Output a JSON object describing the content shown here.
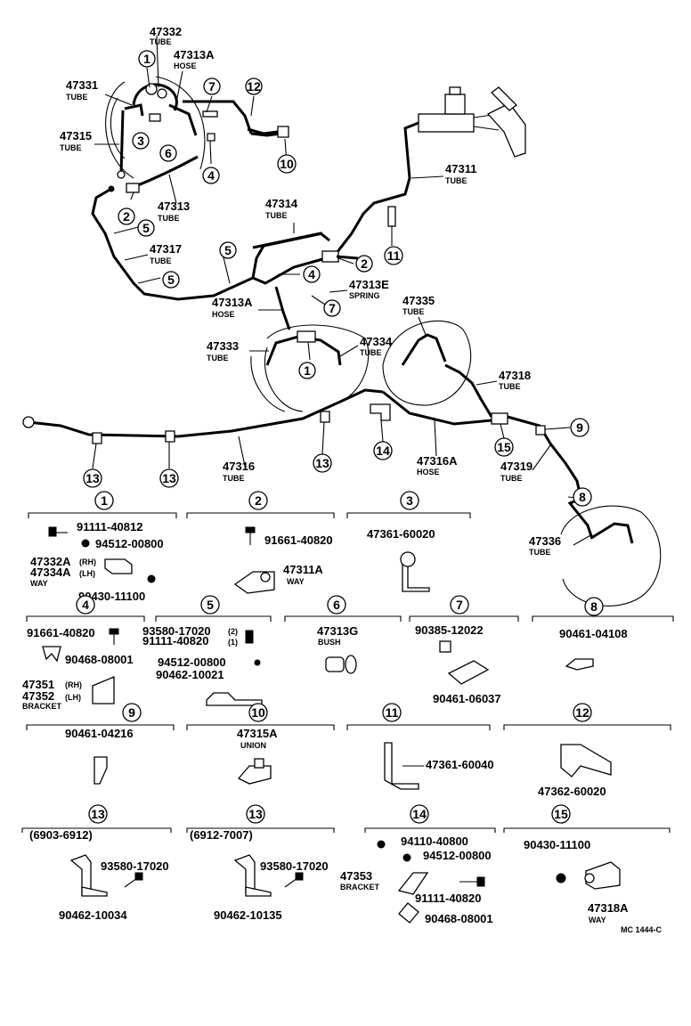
{
  "upper_labels": [
    {
      "number": "47332",
      "type": "TUBE"
    },
    {
      "number": "47313A",
      "type": "HOSE"
    },
    {
      "number": "47331",
      "type": "TUBE"
    },
    {
      "number": "47315",
      "type": "TUBE"
    },
    {
      "number": "47313",
      "type": "TUBE"
    },
    {
      "number": "47314",
      "type": "TUBE"
    },
    {
      "number": "47311",
      "type": "TUBE"
    },
    {
      "number": "47317",
      "type": "TUBE"
    },
    {
      "number": "47313E",
      "type": "SPRING"
    },
    {
      "number": "47313A",
      "type": "HOSE"
    },
    {
      "number": "47335",
      "type": "TUBE"
    },
    {
      "number": "47333",
      "type": "TUBE"
    },
    {
      "number": "47334",
      "type": "TUBE"
    },
    {
      "number": "47318",
      "type": "TUBE"
    },
    {
      "number": "47316",
      "type": "TUBE"
    },
    {
      "number": "47316A",
      "type": "HOSE"
    },
    {
      "number": "47319",
      "type": "TUBE"
    },
    {
      "number": "47336",
      "type": "TUBE"
    }
  ],
  "callouts": [
    "1",
    "2",
    "3",
    "4",
    "5",
    "6",
    "7",
    "8",
    "9",
    "10",
    "11",
    "12",
    "13",
    "14",
    "15"
  ],
  "details": {
    "d1": {
      "key": "1",
      "parts": [
        "91111-40812",
        "94512-00800",
        "47332A",
        "47334A",
        "(RH)",
        "(LH)",
        "WAY",
        "90430-11100"
      ]
    },
    "d2": {
      "key": "2",
      "parts": [
        "91661-40820",
        "47311A",
        "WAY"
      ]
    },
    "d3": {
      "key": "3",
      "parts": [
        "47361-60020"
      ]
    },
    "d4": {
      "key": "4",
      "parts": [
        "91661-40820",
        "90468-08001",
        "47351",
        "47352",
        "(RH)",
        "(LH)",
        "BRACKET"
      ]
    },
    "d5": {
      "key": "5",
      "parts": [
        "93580-17020",
        "(2)",
        "91111-40820",
        "(1)",
        "94512-00800",
        "90462-10021"
      ]
    },
    "d6": {
      "key": "6",
      "parts": [
        "47313G",
        "BUSH"
      ]
    },
    "d7": {
      "key": "7",
      "parts": [
        "90385-12022",
        "90461-06037"
      ]
    },
    "d8": {
      "key": "8",
      "parts": [
        "90461-04108"
      ]
    },
    "d9": {
      "key": "9",
      "parts": [
        "90461-04216"
      ]
    },
    "d10": {
      "key": "10",
      "parts": [
        "47315A",
        "UNION"
      ]
    },
    "d11": {
      "key": "11",
      "parts": [
        "47361-60040"
      ]
    },
    "d12": {
      "key": "12",
      "parts": [
        "47362-60020"
      ]
    },
    "d13a": {
      "key": "13",
      "range": "(6903-6912)",
      "parts": [
        "93580-17020",
        "90462-10034"
      ]
    },
    "d13b": {
      "key": "13",
      "range": "(6912-7007)",
      "parts": [
        "93580-17020",
        "90462-10135"
      ]
    },
    "d14": {
      "key": "14",
      "parts": [
        "94110-40800",
        "94512-00800",
        "47353",
        "BRACKET",
        "91111-40820",
        "90468-08001"
      ]
    },
    "d15": {
      "key": "15",
      "parts": [
        "90430-11100",
        "47318A",
        "WAY"
      ]
    }
  },
  "footer_code": "MC 1444-C"
}
